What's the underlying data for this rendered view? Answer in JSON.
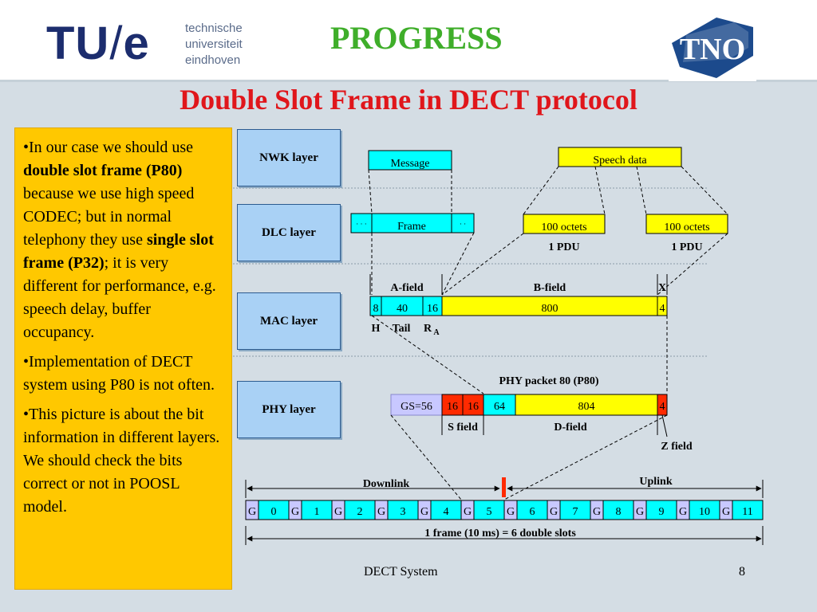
{
  "header": {
    "logo_tu": "TU",
    "logo_slash": "/",
    "logo_e": "e",
    "logo_line1": "technische",
    "logo_line2": "universiteit",
    "logo_line3": "eindhoven",
    "progress": "PROGRESS",
    "tno_logo": "TNO"
  },
  "title": "Double Slot Frame in DECT protocol",
  "bullets": {
    "b1_pre": "•In our case we should use ",
    "b1_bold1": "double slot frame (P80)",
    "b1_mid": " because we use high speed CODEC; but in normal telephony they use ",
    "b1_bold2": "single slot frame (P32)",
    "b1_post": "; it is very different for performance, e.g. speech delay, buffer occupancy.",
    "b2": "•Implementation of DECT system using P80 is not often.",
    "b3": "•This picture is about the bit information in different layers. We should check the bits correct or not in POOSL model."
  },
  "layers": {
    "nwk": "NWK layer",
    "dlc": "DLC layer",
    "mac": "MAC layer",
    "phy": "PHY layer"
  },
  "nwk": {
    "message": "Message",
    "speech": "Speech  data"
  },
  "dlc": {
    "frame": "Frame",
    "dots_left": "· · ·",
    "dots_right": "· ·",
    "octets": "100 octets",
    "pdu": "1 PDU"
  },
  "mac": {
    "a_field": "A-field",
    "b_field": "B-field",
    "x": "X",
    "cells": [
      "8",
      "40",
      "16",
      "800",
      "4"
    ],
    "h": "H",
    "tail": "Tail",
    "r": "R",
    "r_sub": "A"
  },
  "phy": {
    "packet": "PHY packet 80 (P80)",
    "cells": [
      "GS=56",
      "16",
      "16",
      "64",
      "804",
      "4"
    ],
    "s_field": "S field",
    "d_field": "D-field",
    "z_field": "Z field"
  },
  "frame": {
    "downlink": "Downlink",
    "uplink": "Uplink",
    "guard": "G",
    "slots": [
      "0",
      "1",
      "2",
      "3",
      "4",
      "5",
      "6",
      "7",
      "8",
      "9",
      "10",
      "11"
    ],
    "caption": "1 frame (10 ms)  = 6  double slots"
  },
  "footer": {
    "center": "DECT System",
    "page": "8"
  },
  "colors": {
    "title": "#e0161b",
    "progress": "#3fae2a",
    "textbox": "#ffc800",
    "layer": "#a9d1f5",
    "cyan": "#00ffff",
    "yellow": "#ffff00",
    "red": "#ff2a00",
    "lavender": "#c8c8ff"
  }
}
